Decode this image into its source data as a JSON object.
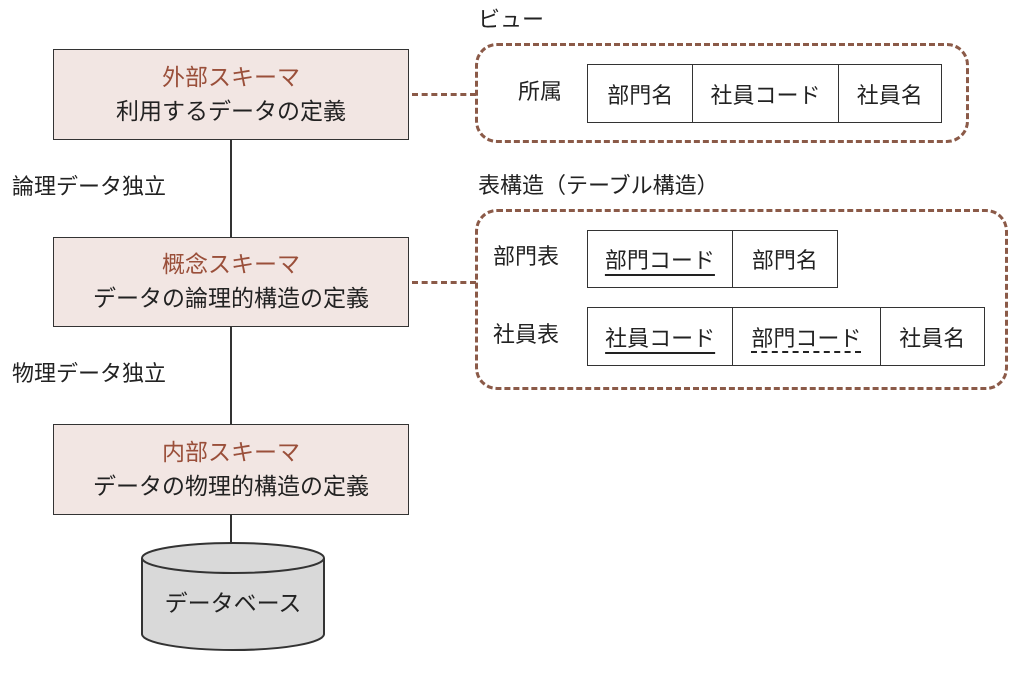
{
  "schemas": {
    "external": {
      "title": "外部スキーマ",
      "desc": "利用するデータの定義"
    },
    "conceptual": {
      "title": "概念スキーマ",
      "desc": "データの論理的構造の定義"
    },
    "internal": {
      "title": "内部スキーマ",
      "desc": "データの物理的構造の定義"
    }
  },
  "independence": {
    "logical": "論理データ独立",
    "physical": "物理データ独立"
  },
  "database_label": "データベース",
  "view": {
    "caption": "ビュー",
    "row_label": "所属",
    "columns": [
      "部門名",
      "社員コード",
      "社員名"
    ]
  },
  "table_structure": {
    "caption": "表構造（テーブル構造）",
    "dept": {
      "label": "部門表",
      "columns": [
        "部門コード",
        "部門名"
      ]
    },
    "emp": {
      "label": "社員表",
      "columns": [
        "社員コード",
        "部門コード",
        "社員名"
      ]
    }
  },
  "colors": {
    "schema_fill": "#f2e6e3",
    "schema_title": "#9a4f3a",
    "dashed_border": "#8b5a48",
    "database_fill": "#d9d9d9"
  }
}
